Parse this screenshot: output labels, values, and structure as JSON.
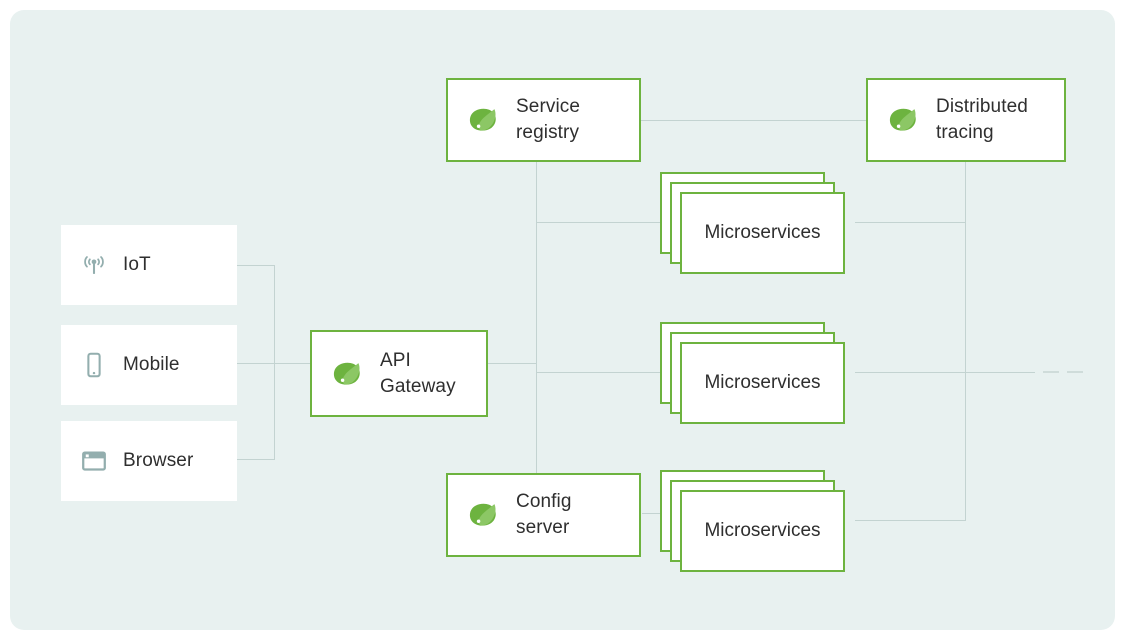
{
  "canvas": {
    "background_color": "#e8f1f0",
    "page_background_color": "#ffffff",
    "accent_green": "#6db33f",
    "connector_color": "#c3d3d1",
    "icon_color": "#93aeae",
    "text_color": "#2f2f2f"
  },
  "clients": [
    {
      "label": "IoT",
      "icon": "wireless-signal-icon"
    },
    {
      "label": "Mobile",
      "icon": "mobile-phone-icon"
    },
    {
      "label": "Browser",
      "icon": "browser-window-icon"
    }
  ],
  "gateway": {
    "label": "API\nGateway",
    "icon": "spring-leaf-icon"
  },
  "infrastructure": [
    {
      "label": "Service\nregistry",
      "icon": "spring-leaf-icon"
    },
    {
      "label": "Distributed\ntracing",
      "icon": "spring-leaf-icon"
    },
    {
      "label": "Config\nserver",
      "icon": "spring-leaf-icon"
    }
  ],
  "service_stacks": [
    {
      "label": "Microservices",
      "cards": 3
    },
    {
      "label": "Microservices",
      "cards": 3
    },
    {
      "label": "Microservices",
      "cards": 3
    }
  ],
  "continuation": {
    "style": "dashed-line",
    "segments": 2
  }
}
